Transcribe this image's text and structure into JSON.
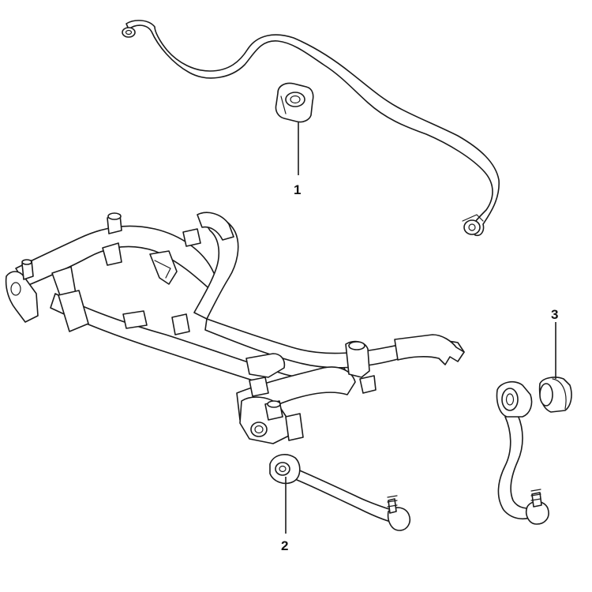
{
  "diagram": {
    "callouts": {
      "part1": "1",
      "part2": "2",
      "part3": "3"
    },
    "line_color": "#1a1a1a",
    "background": "#ffffff"
  }
}
